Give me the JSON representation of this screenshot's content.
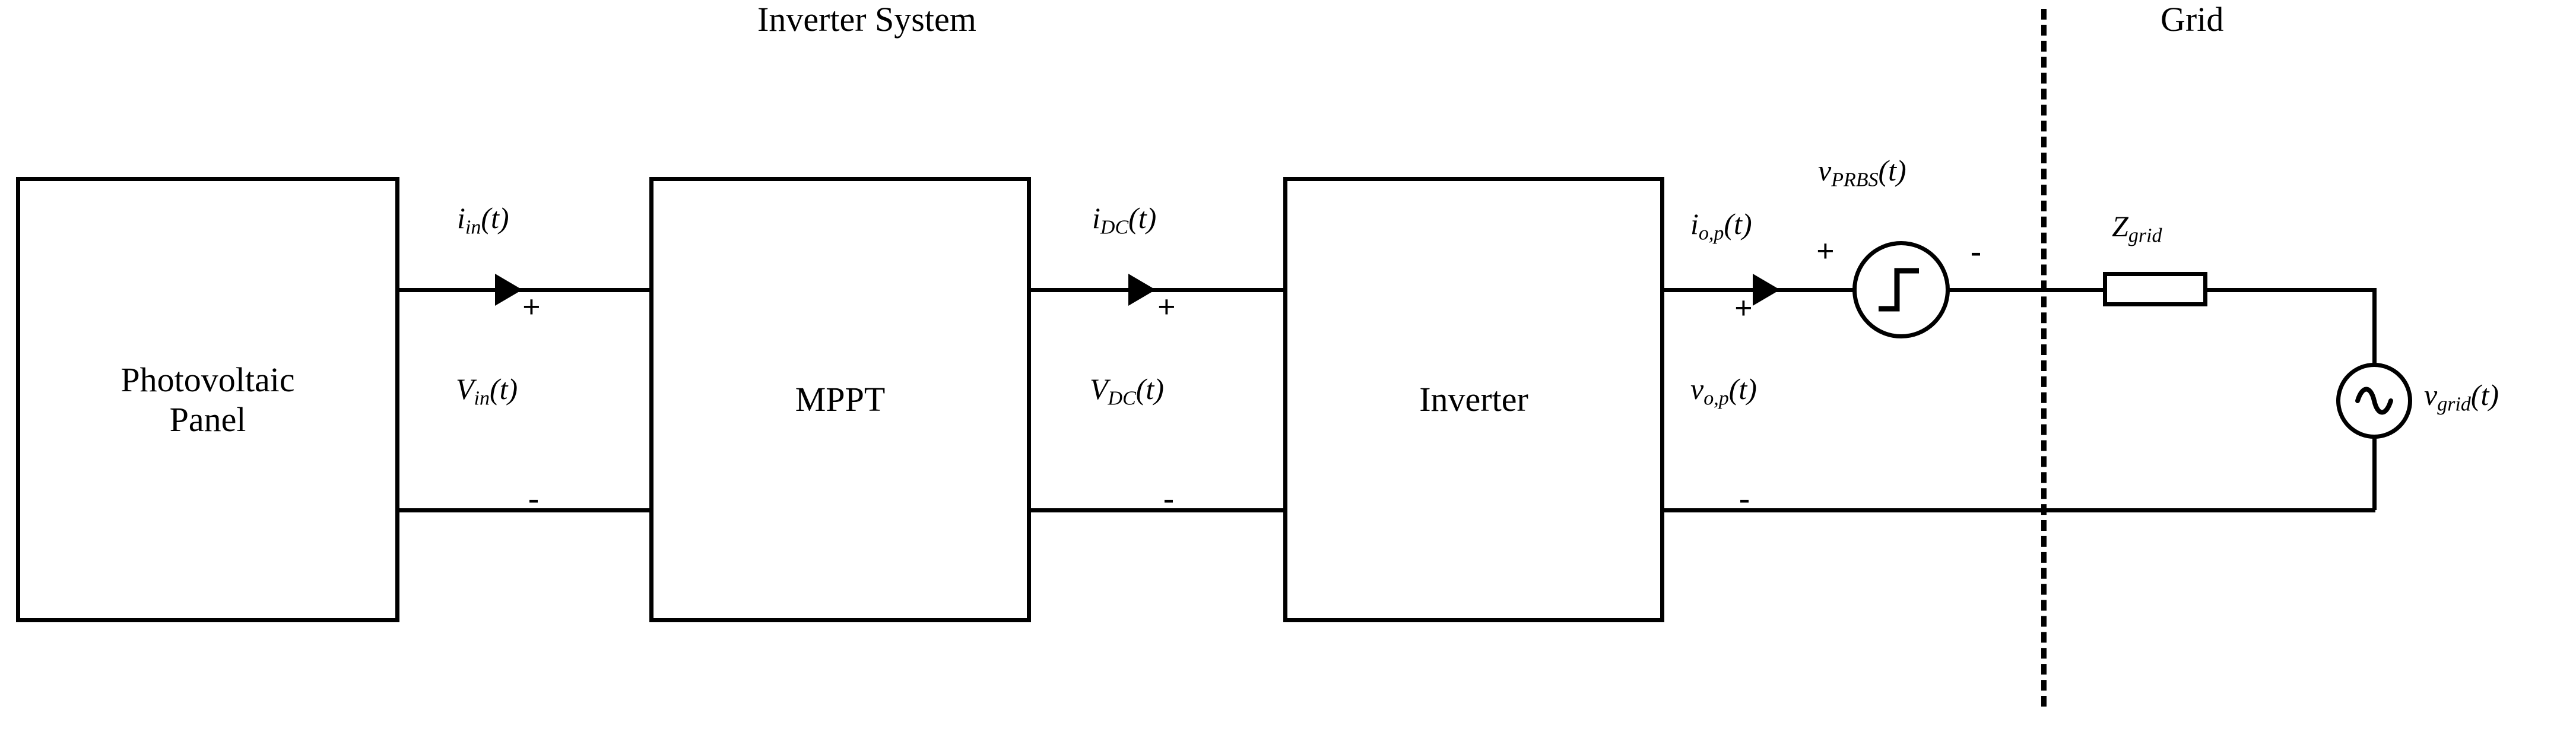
{
  "diagram": {
    "title_left": "Inverter System",
    "title_right": "Grid",
    "blocks": {
      "pv": "Photovoltaic\nPanel",
      "mppt": "MPPT",
      "inverter": "Inverter"
    },
    "signals": {
      "i_in": {
        "base": "i",
        "sub": "in",
        "arg": "(t)"
      },
      "v_in": {
        "base": "V",
        "sub": "in",
        "arg": "(t)"
      },
      "i_dc": {
        "base": "i",
        "sub": "DC",
        "arg": "(t)"
      },
      "v_dc": {
        "base": "V",
        "sub": "DC",
        "arg": "(t)"
      },
      "i_op": {
        "base": "i",
        "sub": "o,p",
        "arg": "(t)"
      },
      "v_op": {
        "base": "v",
        "sub": "o,p",
        "arg": "(t)"
      },
      "v_prbs": {
        "base": "v",
        "sub": "PRBS",
        "arg": "(t)"
      },
      "z_grid": {
        "base": "Z",
        "sub": "grid",
        "arg": ""
      },
      "v_grid": {
        "base": "v",
        "sub": "grid",
        "arg": "(t)"
      }
    },
    "polarity": {
      "plus": "+",
      "minus": "-"
    },
    "components": {
      "prbs_source": "prbs-square-wave-source",
      "grid_source": "ac-sine-source",
      "grid_impedance": "resistor-box",
      "boundary": "dashed-boundary-line"
    },
    "colors": {
      "line": "#000000",
      "background": "#ffffff"
    }
  }
}
